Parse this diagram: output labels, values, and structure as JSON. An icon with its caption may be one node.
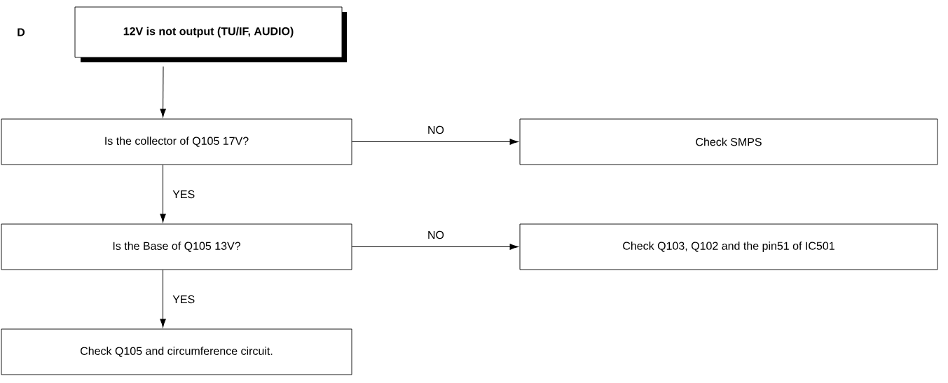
{
  "diagram": {
    "nodes": [
      {
        "text": [
          "**12V is not output (TU/IF, AUDIO)**"
        ]
      },
      {
        "text": [
          "Is the collector of Q105 17V?"
        ]
      },
      {
        "text": [
          "Check SMPS"
        ]
      },
      {
        "text": [
          "Is the Base of Q105 13V?"
        ]
      },
      {
        "text": [
          "Check Q103, Q102 and the pin51 of IC501"
        ]
      },
      {
        "text": [
          "Check Q105 and circumference circuit."
        ]
      }
    ],
    "edges": [
      {
        "from": 0,
        "to": 1,
        "arrow": "to"
      },
      {
        "from": 1,
        "to": 2,
        "arrow": "to",
        "label": "NO"
      },
      {
        "from": 1,
        "to": 3,
        "arrow": "to",
        "label": "YES"
      },
      {
        "from": 3,
        "to": 4,
        "arrow": "to",
        "label": "NO"
      },
      {
        "from": 3,
        "to": 5,
        "arrow": "to",
        "label": "YES"
      }
    ],
    "labels": [
      "D"
    ]
  }
}
